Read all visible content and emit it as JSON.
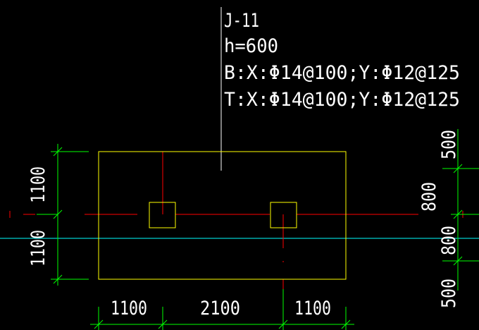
{
  "footing": {
    "name": "J-11",
    "height": "h=600",
    "bottom_rebar": "B:X:Φ14@100;Y:Φ12@125",
    "top_rebar": "T:X:Φ14@100;Y:Φ12@125"
  },
  "dimensions": {
    "bottom": [
      "1100",
      "2100",
      "1100"
    ],
    "left": [
      "1100",
      "1100"
    ],
    "right": [
      "500",
      "800",
      "800",
      "500"
    ]
  },
  "colors": {
    "background": "#000000",
    "outline": "#ffff00",
    "column_axis": "#ff0000",
    "grid_axis": "#00ffff",
    "dimension": "#00ff00",
    "text": "#ffffff"
  }
}
